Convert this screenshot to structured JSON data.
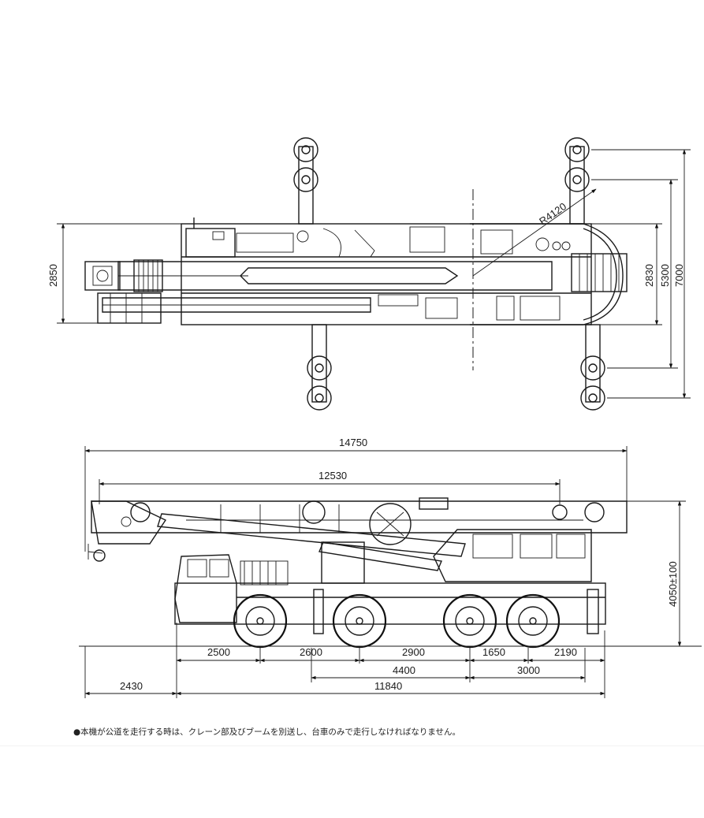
{
  "top_view": {
    "dims": {
      "width_2850": "2850",
      "width_2830": "2830",
      "span_5300": "5300",
      "span_7000": "7000",
      "radius": "R4120"
    }
  },
  "side_view": {
    "dims": {
      "overall_length": "14750",
      "boom_length": "12530",
      "height": "4050±100",
      "axle_2500": "2500",
      "axle_2600": "2600",
      "axle_2900": "2900",
      "axle_1650": "1650",
      "rear_2190": "2190",
      "span_4400": "4400",
      "span_3000": "3000",
      "front_overhang": "2430",
      "wheelbase_total": "11840"
    }
  },
  "note": "●本機が公道を走行する時は、クレーン部及びブームを別送し、台車のみで走行しなければなりません。"
}
